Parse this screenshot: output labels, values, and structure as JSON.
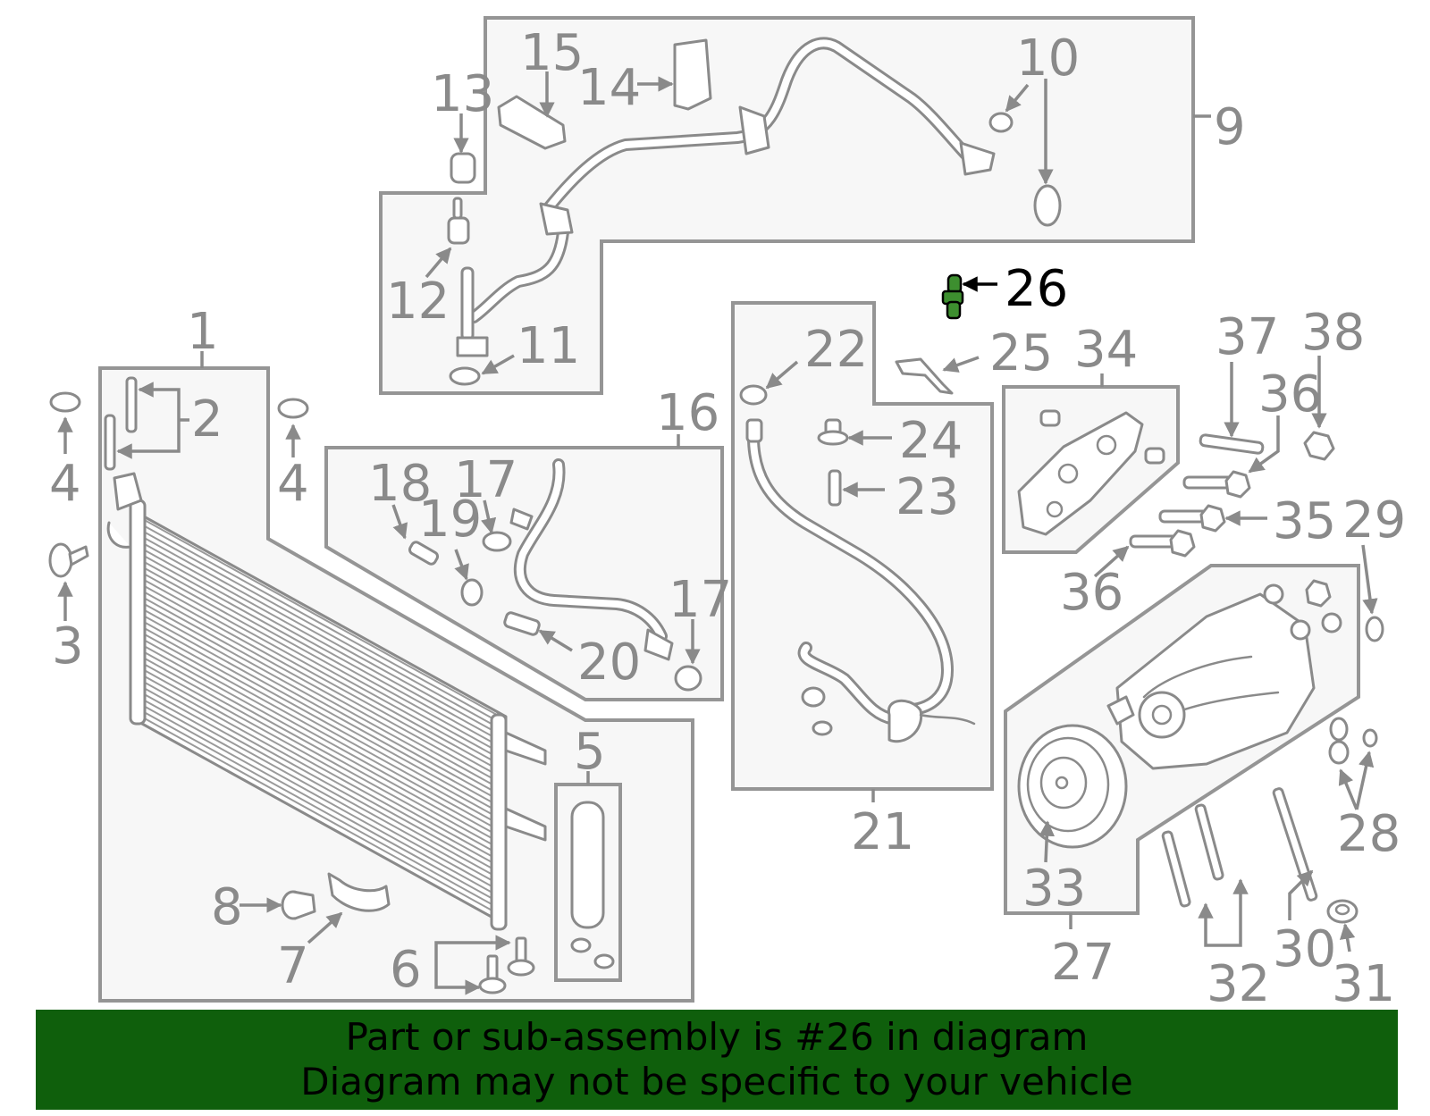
{
  "diagram": {
    "highlight_color": "#0f5f0c",
    "highlighted_part": "26",
    "callouts": [
      {
        "id": "c1",
        "text": "1"
      },
      {
        "id": "c2",
        "text": "2"
      },
      {
        "id": "c3",
        "text": "3"
      },
      {
        "id": "c4a",
        "text": "4"
      },
      {
        "id": "c4b",
        "text": "4"
      },
      {
        "id": "c5",
        "text": "5"
      },
      {
        "id": "c6",
        "text": "6"
      },
      {
        "id": "c7",
        "text": "7"
      },
      {
        "id": "c8",
        "text": "8"
      },
      {
        "id": "c9",
        "text": "9"
      },
      {
        "id": "c10",
        "text": "10"
      },
      {
        "id": "c11",
        "text": "11"
      },
      {
        "id": "c12",
        "text": "12"
      },
      {
        "id": "c13",
        "text": "13"
      },
      {
        "id": "c14",
        "text": "14"
      },
      {
        "id": "c15",
        "text": "15"
      },
      {
        "id": "c16",
        "text": "16"
      },
      {
        "id": "c17a",
        "text": "17"
      },
      {
        "id": "c17b",
        "text": "17"
      },
      {
        "id": "c18",
        "text": "18"
      },
      {
        "id": "c19",
        "text": "19"
      },
      {
        "id": "c20",
        "text": "20"
      },
      {
        "id": "c21",
        "text": "21"
      },
      {
        "id": "c22",
        "text": "22"
      },
      {
        "id": "c23",
        "text": "23"
      },
      {
        "id": "c24",
        "text": "24"
      },
      {
        "id": "c25",
        "text": "25"
      },
      {
        "id": "c26",
        "text": "26"
      },
      {
        "id": "c27",
        "text": "27"
      },
      {
        "id": "c28",
        "text": "28"
      },
      {
        "id": "c29",
        "text": "29"
      },
      {
        "id": "c30",
        "text": "30"
      },
      {
        "id": "c31",
        "text": "31"
      },
      {
        "id": "c32",
        "text": "32"
      },
      {
        "id": "c33",
        "text": "33"
      },
      {
        "id": "c34",
        "text": "34"
      },
      {
        "id": "c35",
        "text": "35"
      },
      {
        "id": "c36a",
        "text": "36"
      },
      {
        "id": "c36b",
        "text": "36"
      },
      {
        "id": "c37",
        "text": "37"
      },
      {
        "id": "c38",
        "text": "38"
      }
    ]
  },
  "banner": {
    "line1": "Part or sub-assembly is #26 in diagram",
    "line2": "Diagram may not be specific to your vehicle",
    "background": "#0f5f0c"
  }
}
